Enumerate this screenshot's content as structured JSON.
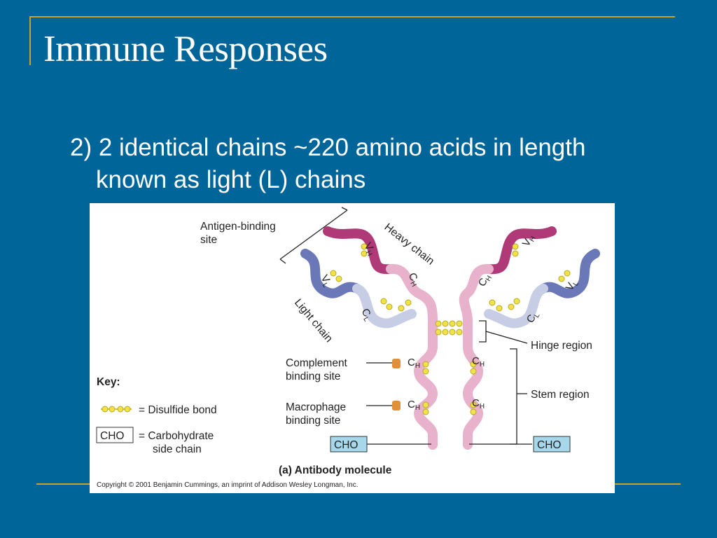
{
  "slide": {
    "title": "Immune Responses",
    "bullet_line1": "2) 2 identical chains ~220 amino acids in length",
    "bullet_line2": "known as light (L) chains"
  },
  "figure": {
    "labels": {
      "antigen_binding_1": "Antigen-binding",
      "antigen_binding_2": "site",
      "heavy_chain": "Heavy chain",
      "light_chain": "Light chain",
      "hinge_region": "Hinge region",
      "stem_region": "Stem region",
      "complement_1": "Complement",
      "complement_2": "binding site",
      "macrophage_1": "Macrophage",
      "macrophage_2": "binding site",
      "cho": "CHO",
      "key_title": "Key:",
      "key_disulfide": "= Disulfide bond",
      "key_cho_1": "= Carbohydrate",
      "key_cho_2": "side chain",
      "caption": "(a) Antibody molecule",
      "copyright": "Copyright © 2001 Benjamin Cummings, an imprint of Addison Wesley Longman, Inc.",
      "v": "V",
      "c": "C",
      "sub_h": "H",
      "sub_l": "L"
    },
    "colors": {
      "heavy_variable": "#b03a78",
      "heavy_constant": "#e8b2cc",
      "light_variable": "#6a78b8",
      "light_constant": "#c8cde6",
      "disulfide": "#f2e24a",
      "cho_box": "#a7d7ea"
    }
  }
}
